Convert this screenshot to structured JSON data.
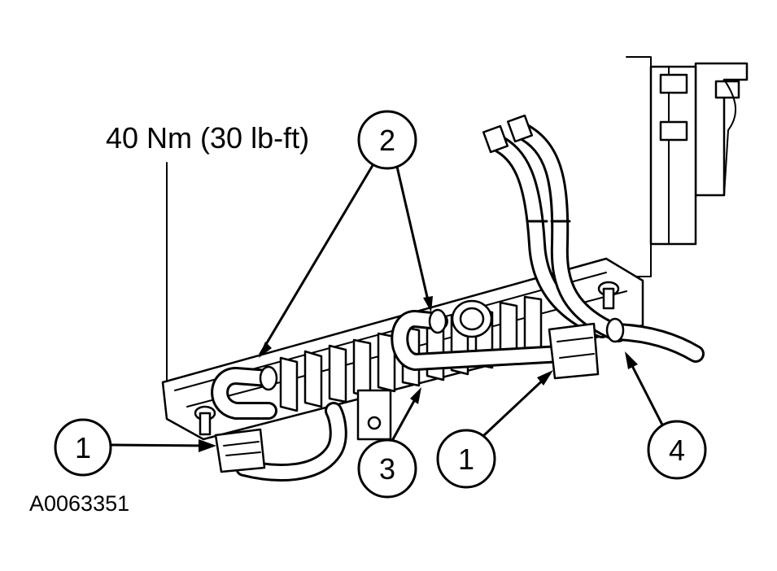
{
  "torque_label": "40 Nm (30 lb-ft)",
  "figure_id": "A0063351",
  "callouts": {
    "c1_left": "1",
    "c2": "2",
    "c3": "3",
    "c1_right": "1",
    "c4": "4"
  },
  "colors": {
    "line": "#000000",
    "background": "#ffffff"
  }
}
